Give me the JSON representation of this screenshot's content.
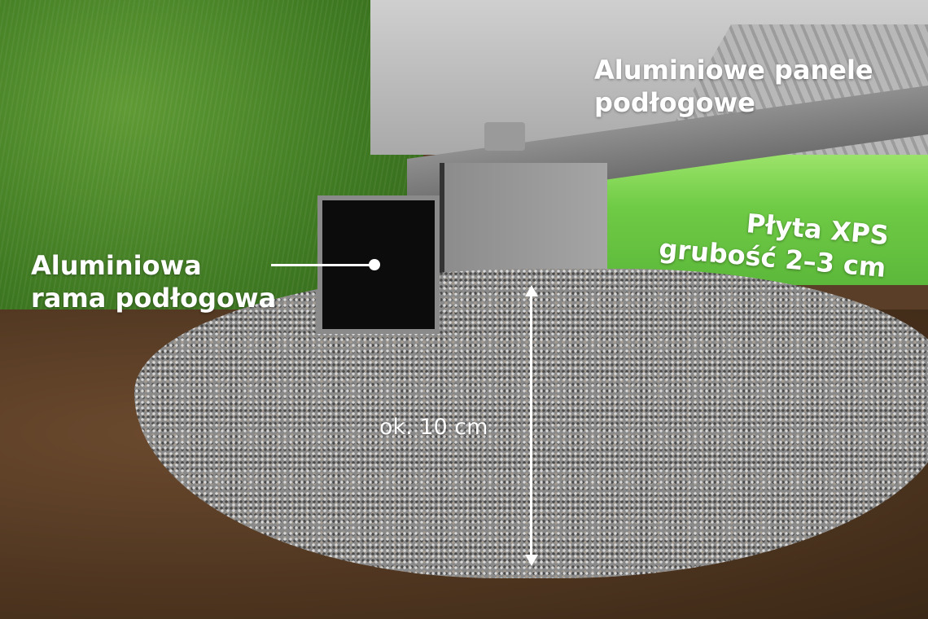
{
  "labels": {
    "panels": [
      "Aluminiowe panele",
      "podłogowe"
    ],
    "xps": [
      "Płyta XPS",
      "grubość 2–3 cm"
    ],
    "frame": [
      "Aluminiowa",
      "rama podłogowa"
    ],
    "depth": "ok. 10 cm"
  },
  "colors": {
    "xps": "#6fcb45",
    "grass": "#3f7a22",
    "soil": "#4e3520",
    "gravel": "#8a8a8a",
    "label_text": "#ffffff"
  }
}
